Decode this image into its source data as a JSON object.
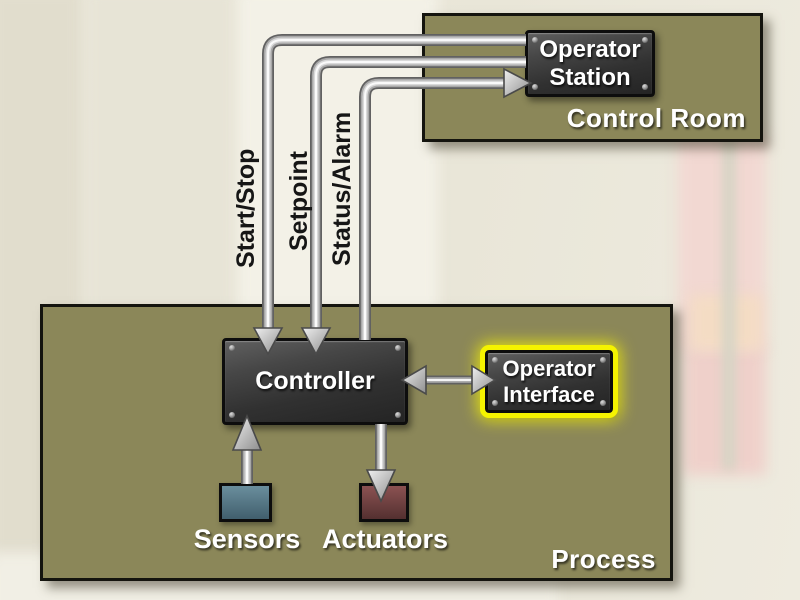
{
  "colors": {
    "region-fill": "#8b8759",
    "highlight-yellow": "#f5f300",
    "sensor-blue": "#6a8e9d",
    "actuator-red": "#8b5252",
    "text-light": "#ffffff",
    "text-dark": "#161616"
  },
  "regions": {
    "control_room": {
      "label": "Control Room"
    },
    "process": {
      "label": "Process"
    }
  },
  "nodes": {
    "operator_station": {
      "line1": "Operator",
      "line2": "Station"
    },
    "controller": {
      "label": "Controller"
    },
    "operator_interface": {
      "line1": "Operator",
      "line2": "Interface"
    },
    "sensors": {
      "label": "Sensors"
    },
    "actuators": {
      "label": "Actuators"
    }
  },
  "signals": {
    "start_stop": {
      "label": "Start/Stop",
      "from": "Operator Station",
      "to": "Controller"
    },
    "setpoint": {
      "label": "Setpoint",
      "from": "Operator Station",
      "to": "Controller"
    },
    "status_alarm": {
      "label": "Status/Alarm",
      "from": "Controller",
      "to": "Operator Station"
    }
  }
}
